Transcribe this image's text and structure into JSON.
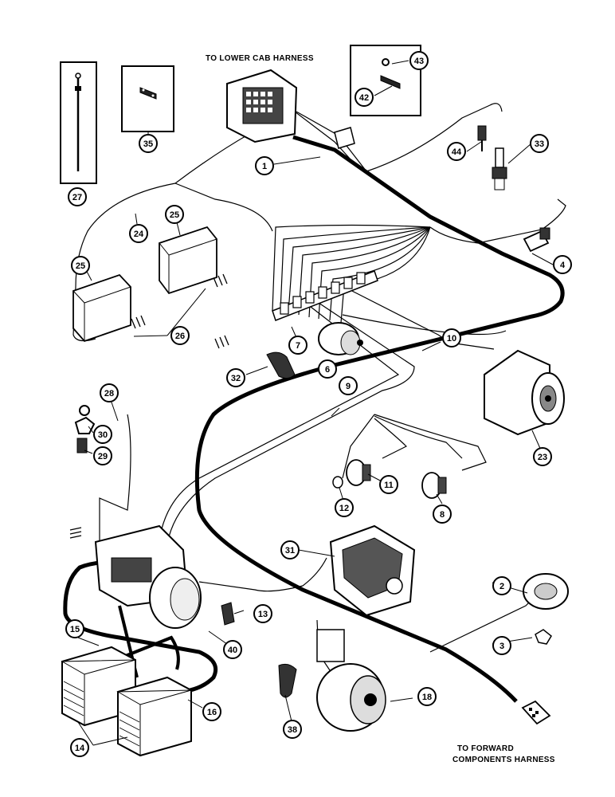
{
  "captions": {
    "top": "TO LOWER CAB HARNESS",
    "bottom_line1": "TO FORWARD",
    "bottom_line2": "COMPONENTS HARNESS"
  },
  "callouts": [
    {
      "id": "c1",
      "label": "1"
    },
    {
      "id": "c2",
      "label": "2"
    },
    {
      "id": "c3",
      "label": "3"
    },
    {
      "id": "c4",
      "label": "4"
    },
    {
      "id": "c6",
      "label": "6"
    },
    {
      "id": "c7",
      "label": "7"
    },
    {
      "id": "c8",
      "label": "8"
    },
    {
      "id": "c9",
      "label": "9"
    },
    {
      "id": "c10",
      "label": "10"
    },
    {
      "id": "c11",
      "label": "11"
    },
    {
      "id": "c12",
      "label": "12"
    },
    {
      "id": "c13",
      "label": "13"
    },
    {
      "id": "c14",
      "label": "14"
    },
    {
      "id": "c15",
      "label": "15"
    },
    {
      "id": "c16",
      "label": "16"
    },
    {
      "id": "c18",
      "label": "18"
    },
    {
      "id": "c23",
      "label": "23"
    },
    {
      "id": "c24",
      "label": "24"
    },
    {
      "id": "c25a",
      "label": "25"
    },
    {
      "id": "c25b",
      "label": "25"
    },
    {
      "id": "c26",
      "label": "26"
    },
    {
      "id": "c27",
      "label": "27"
    },
    {
      "id": "c28",
      "label": "28"
    },
    {
      "id": "c29",
      "label": "29"
    },
    {
      "id": "c30",
      "label": "30"
    },
    {
      "id": "c31",
      "label": "31"
    },
    {
      "id": "c32",
      "label": "32"
    },
    {
      "id": "c33",
      "label": "33"
    },
    {
      "id": "c35",
      "label": "35"
    },
    {
      "id": "c38",
      "label": "38"
    },
    {
      "id": "c40",
      "label": "40"
    },
    {
      "id": "c42",
      "label": "42"
    },
    {
      "id": "c43",
      "label": "43"
    },
    {
      "id": "c44",
      "label": "44"
    }
  ]
}
